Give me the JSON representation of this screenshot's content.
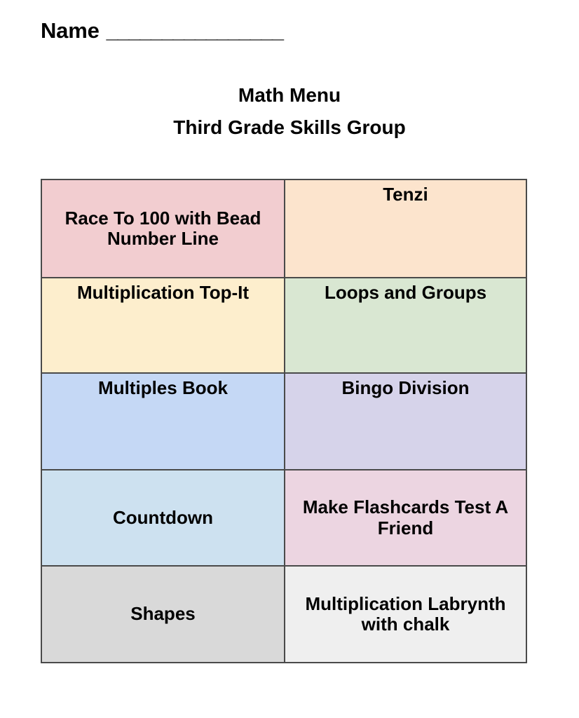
{
  "header": {
    "name_label": "Name",
    "name_blank": "________________"
  },
  "title": {
    "line1": "Math Menu",
    "line2": "Third Grade Skills Group"
  },
  "menu": {
    "rows": [
      {
        "left": {
          "text": "Race To 100 with Bead Number Line",
          "bg": "#f2cdd0",
          "valign": "middle"
        },
        "right": {
          "text": "Tenzi",
          "bg": "#fce4cd",
          "valign": "top"
        }
      },
      {
        "left": {
          "text": "Multiplication Top-It",
          "bg": "#fdeecd",
          "valign": "top"
        },
        "right": {
          "text": "Loops and Groups",
          "bg": "#d9e7d2",
          "valign": "top"
        }
      },
      {
        "left": {
          "text": "Multiples Book",
          "bg": "#c5d8f5",
          "valign": "top"
        },
        "right": {
          "text": "Bingo Division",
          "bg": "#d6d3ea",
          "valign": "top"
        }
      },
      {
        "left": {
          "text": "Countdown",
          "bg": "#cde1f0",
          "valign": "middle"
        },
        "right": {
          "text": "Make Flashcards Test A Friend",
          "bg": "#ecd5e1",
          "valign": "middle"
        }
      },
      {
        "left": {
          "text": "Shapes",
          "bg": "#d9d9d9",
          "valign": "middle"
        },
        "right": {
          "text": "Multiplication Labrynth with chalk",
          "bg": "#efefef",
          "valign": "middle"
        }
      }
    ],
    "border_color": "#4a4a4a"
  }
}
